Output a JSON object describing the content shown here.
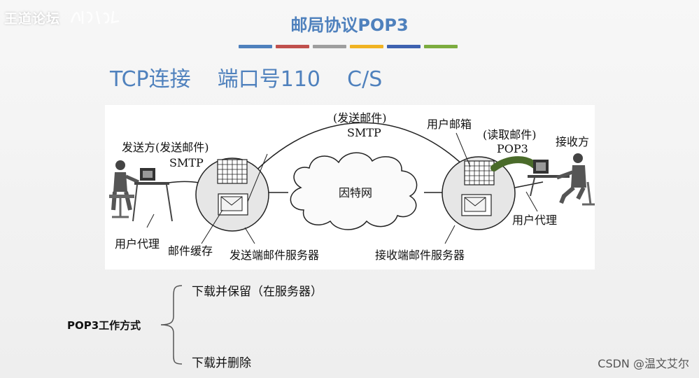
{
  "watermark": {
    "site": "王道论坛",
    "logo_icon": "wangdao-logo-icon"
  },
  "title": "邮局协议POP3",
  "color_bars": [
    "#4f81bd",
    "#c0504d",
    "#9e9e9e",
    "#f0b323",
    "#3e62b0",
    "#7cac3f"
  ],
  "subtitle": "TCP连接    端口号110    C/S",
  "diagram": {
    "sender": "发送方(发送邮件)",
    "sender_protocol": "SMTP",
    "top_protocol_note": "(发送邮件)",
    "top_protocol": "SMTP",
    "mailbox": "用户邮箱",
    "receiver_protocol_note": "(读取邮件)",
    "receiver_protocol": "POP3",
    "receiver": "接收方",
    "internet": "因特网",
    "user_agent_left": "用户代理",
    "mail_cache": "邮件缓存",
    "sending_server": "发送端邮件服务器",
    "receiving_server": "接收端邮件服务器",
    "user_agent_right": "用户代理",
    "pop3_link_color": "#4a6b2a"
  },
  "work_modes": {
    "label": "POP3工作方式",
    "items": [
      "下载并保留（在服务器）",
      "下载并删除"
    ]
  },
  "footer": {
    "credit": "CSDN @温文艾尔"
  }
}
